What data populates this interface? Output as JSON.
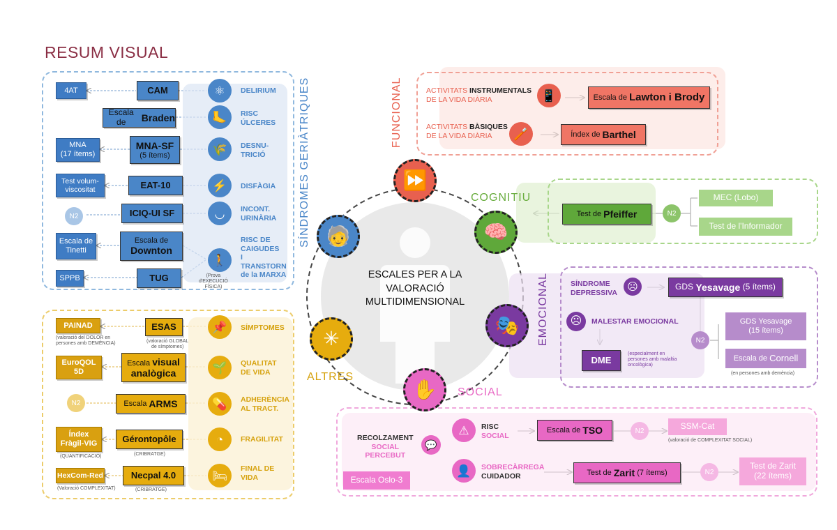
{
  "title": "RESUM VISUAL",
  "center": {
    "line1": "ESCALES PER A LA",
    "line2": "VALORACIÓ",
    "line3": "MULTIDIMENSIONAL"
  },
  "colors": {
    "blue": "#4a86c8",
    "yellow": "#e6ac0e",
    "red": "#e8604f",
    "green": "#6aad3f",
    "purple": "#7a3aa0",
    "pink": "#e868c4",
    "title": "#8a2e44"
  },
  "geriatric": {
    "label": "SÍNDROMES GERIÀTRIQUES",
    "rows": [
      {
        "icon": "atom-icon",
        "label": "DELIRIUM",
        "main": "CAM",
        "left": "4AT"
      },
      {
        "icon": "foot-icon",
        "label1": "RISC",
        "label2": "ÚLCERES",
        "main_pre": "Escala de",
        "main": "Braden"
      },
      {
        "icon": "wheat-icon",
        "label1": "DESNU-",
        "label2": "TRICIÓ",
        "main1": "MNA-SF",
        "main2": "(5 ítems)",
        "left1": "MNA",
        "left2": "(17 ítems)"
      },
      {
        "icon": "lightning-icon",
        "label": "DISFÀGIA",
        "main": "EAT-10",
        "left1": "Test volum-",
        "left2": "viscositat"
      },
      {
        "icon": "diaper-icon",
        "label1": "INCONT.",
        "label2": "URINÀRIA",
        "main": "ICIQ-UI SF",
        "n2": "N2"
      },
      {
        "icon": "fall-icon",
        "label1": "RISC DE",
        "label2": "CAIGUDES",
        "label3": "I",
        "label4": "TRANSTORN",
        "label5": "de la MARXA",
        "main1": "Escala de",
        "main2": "Downton",
        "left1": "Escala de",
        "left2": "Tinetti"
      },
      {
        "main": "TUG",
        "left": "SPPB",
        "note1": "(Prova",
        "note2": "d'EXECUCIÓ",
        "note3": "FÍSICA)"
      }
    ]
  },
  "altres": {
    "label": "ALTRES",
    "rows": [
      {
        "icon": "pin-icon",
        "label": "SÍMPTOMES",
        "main": "ESAS",
        "left": "PAINAD",
        "note_main1": "(valoració GLOBAL",
        "note_main2": "de símptomes)",
        "note_left1": "(valoració del DOLOR en",
        "note_left2": "persones amb DEMÈNCIA)"
      },
      {
        "icon": "hand-plant-icon",
        "label1": "QUALITAT",
        "label2": "DE VIDA",
        "main_pre": "Escala",
        "main1": "visual",
        "main2": "analògica",
        "left1": "EuroQOL",
        "left2": "5D"
      },
      {
        "icon": "pill-bottle-icon",
        "label1": "ADHERÈNCIA",
        "label2": "AL TRACT.",
        "main_pre": "Escala",
        "main": "ARMS",
        "n2": "N2"
      },
      {
        "icon": "gauge-icon",
        "label": "FRAGILITAT",
        "main": "Gérontopôle",
        "note_main": "(CRIBRATGE)",
        "left1": "Índex",
        "left2": "Fràgil-VIG",
        "note_left": "(QUANTIFICACIÓ)"
      },
      {
        "icon": "bed-icon",
        "label1": "FINAL DE",
        "label2": "VIDA",
        "main": "Necpal 4.0",
        "note_main": "(CRIBRATGE)",
        "left": "HexCom-Red",
        "note_left": "(Valoració COMPLEXITAT)"
      }
    ]
  },
  "funcional": {
    "label": "FUNCIONAL",
    "r1": {
      "a": "ACTIVITATS",
      "b": "INSTRUMENTALS",
      "c": "DE LA VIDA DIÀRIA",
      "box_pre": "Escala de",
      "box": "Lawton i Brody",
      "icon": "phone-icon"
    },
    "r2": {
      "a": "ACTIVITATS",
      "b": "BÀSIQUES",
      "c": "DE LA VIDA DIÀRIA",
      "box_pre": "Índex de",
      "box": "Barthel",
      "icon": "toothbrush-icon"
    }
  },
  "cognitiu": {
    "label": "COGNITIU",
    "box_pre": "Test de",
    "box": "Pfeiffer",
    "n2": "N2",
    "opt1": "MEC (Lobo)",
    "opt2": "Test de l'Informador"
  },
  "emocional": {
    "label": "EMOCIONAL",
    "dep1": "SÍNDROME",
    "dep2": "DEPRESSIVA",
    "gds_pre": "GDS",
    "gds": "Yesavage",
    "gds_post": "(5 ítems)",
    "malestar": "MALESTAR EMOCIONAL",
    "dme": "DME",
    "dme_note1": "(especialment en",
    "dme_note2": "persones amb malaltia",
    "dme_note3": "oncològica)",
    "n2": "N2",
    "opt1_a": "GDS",
    "opt1_b": "Yesavage",
    "opt1_c": "(15 ítems)",
    "opt2_pre": "Escala de",
    "opt2": "Cornell",
    "opt2_note": "(en persones amb demència)"
  },
  "social": {
    "label": "SOCIAL",
    "recol1": "RECOLZAMENT",
    "recol2": "SOCIAL",
    "recol3": "PERCEBUT",
    "oslo": "Escala Oslo-3",
    "risc1": "RISC",
    "risc2": "SOCIAL",
    "tso_pre": "Escala de",
    "tso": "TSO",
    "n2": "N2",
    "ssm": "SSM-Cat",
    "ssm_note": "(valoració de COMPLEXITAT SOCIAL)",
    "sob1": "SOBRECÀRREGA",
    "sob2": "CUIDADOR",
    "zarit_pre": "Test de",
    "zarit": "Zarit",
    "zarit_post": "(7 ítems)",
    "zarit22_1": "Test de Zarit",
    "zarit22_2": "(22 ítems)"
  }
}
